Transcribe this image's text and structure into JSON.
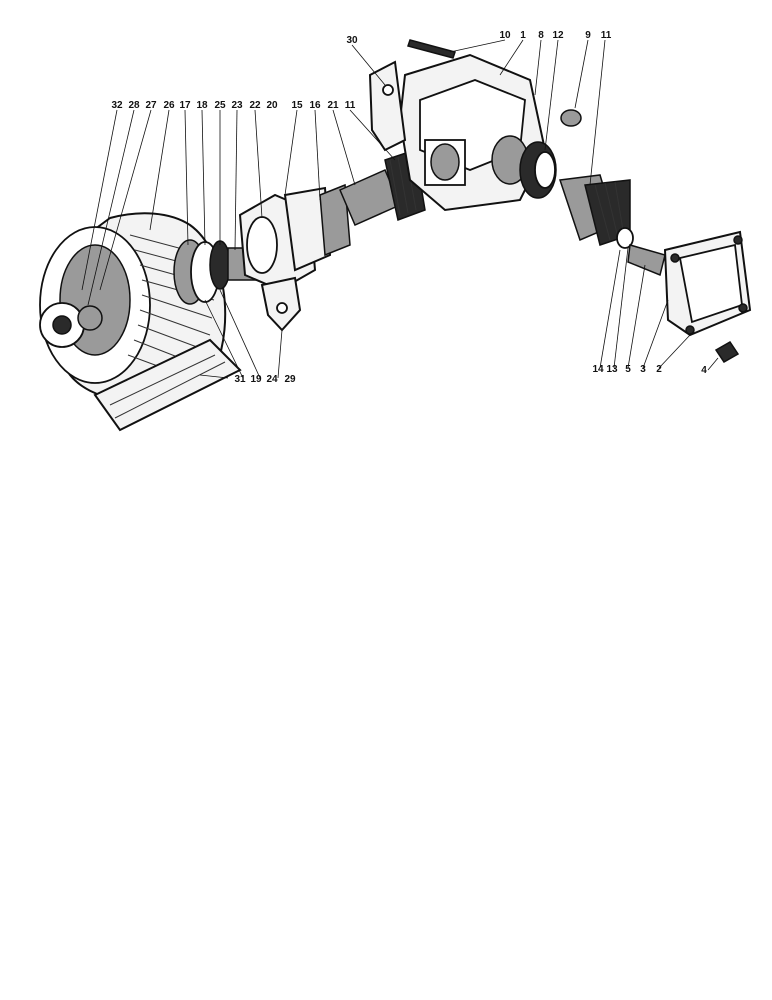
{
  "callouts": [
    {
      "id": "c10",
      "text": "10"
    },
    {
      "id": "c1",
      "text": "1"
    },
    {
      "id": "c8",
      "text": "8"
    },
    {
      "id": "c12",
      "text": "12"
    },
    {
      "id": "c9",
      "text": "9"
    },
    {
      "id": "c11a",
      "text": "11"
    },
    {
      "id": "c30",
      "text": "30"
    },
    {
      "id": "c32",
      "text": "32"
    },
    {
      "id": "c28",
      "text": "28"
    },
    {
      "id": "c27",
      "text": "27"
    },
    {
      "id": "c26",
      "text": "26"
    },
    {
      "id": "c17",
      "text": "17"
    },
    {
      "id": "c18",
      "text": "18"
    },
    {
      "id": "c25",
      "text": "25"
    },
    {
      "id": "c23",
      "text": "23"
    },
    {
      "id": "c22",
      "text": "22"
    },
    {
      "id": "c20",
      "text": "20"
    },
    {
      "id": "c15",
      "text": "15"
    },
    {
      "id": "c16",
      "text": "16"
    },
    {
      "id": "c21",
      "text": "21"
    },
    {
      "id": "c11b",
      "text": "11"
    },
    {
      "id": "c31",
      "text": "31"
    },
    {
      "id": "c19",
      "text": "19"
    },
    {
      "id": "c24",
      "text": "24"
    },
    {
      "id": "c29",
      "text": "29"
    },
    {
      "id": "c14",
      "text": "14"
    },
    {
      "id": "c13",
      "text": "13"
    },
    {
      "id": "c5",
      "text": "5"
    },
    {
      "id": "c3",
      "text": "3"
    },
    {
      "id": "c2",
      "text": "2"
    },
    {
      "id": "c4",
      "text": "4"
    }
  ]
}
